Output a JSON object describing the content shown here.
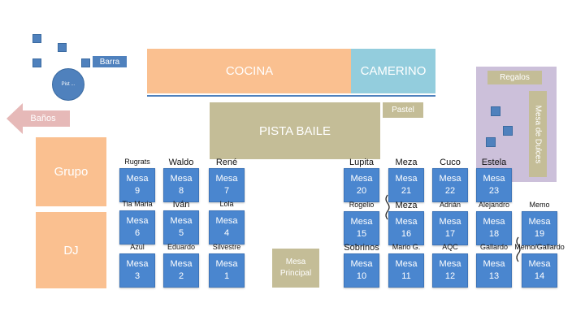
{
  "labels": {
    "barra": "Barra",
    "pista": "Pist ...",
    "banos": "Baños",
    "cocina": "COCINA",
    "camerino": "CAMERINO",
    "pista_baile": "PISTA BAILE",
    "pastel": "Pastel",
    "regalos": "Regalos",
    "mesa_dulces": "Mesa de Dulces",
    "grupo": "Grupo",
    "dj": "DJ",
    "mesa_principal": "Mesa\nPrincipal"
  },
  "tables": [
    {
      "num": "9",
      "guest": "Rugrats"
    },
    {
      "num": "8",
      "guest": "Waldo"
    },
    {
      "num": "7",
      "guest": "René"
    },
    {
      "num": "6",
      "guest": "Tia Maria"
    },
    {
      "num": "5",
      "guest": "Iván"
    },
    {
      "num": "4",
      "guest": "Lola"
    },
    {
      "num": "3",
      "guest": "Azul"
    },
    {
      "num": "2",
      "guest": "Eduardo"
    },
    {
      "num": "1",
      "guest": "Silvestre"
    },
    {
      "num": "20",
      "guest": "Lupita"
    },
    {
      "num": "21",
      "guest": "Meza"
    },
    {
      "num": "22",
      "guest": "Cuco"
    },
    {
      "num": "23",
      "guest": "Estela"
    },
    {
      "num": "15",
      "guest": "Rogelio"
    },
    {
      "num": "16",
      "guest": "Meza"
    },
    {
      "num": "17",
      "guest": "Adrián"
    },
    {
      "num": "18",
      "guest": "Alejandro"
    },
    {
      "num": "19",
      "guest": "Memo"
    },
    {
      "num": "10",
      "guest": "Sobrinos"
    },
    {
      "num": "11",
      "guest": "Mario G."
    },
    {
      "num": "12",
      "guest": "AQC"
    },
    {
      "num": "13",
      "guest": "Gallardo"
    },
    {
      "num": "14",
      "guest": "Memo/Gallardo"
    }
  ],
  "table_word": "Mesa",
  "colors": {
    "table": "#4a86cf",
    "peach": "#fac090",
    "khaki": "#c4bd97",
    "lavender": "#ccc0da",
    "cyan": "#93cddd"
  }
}
